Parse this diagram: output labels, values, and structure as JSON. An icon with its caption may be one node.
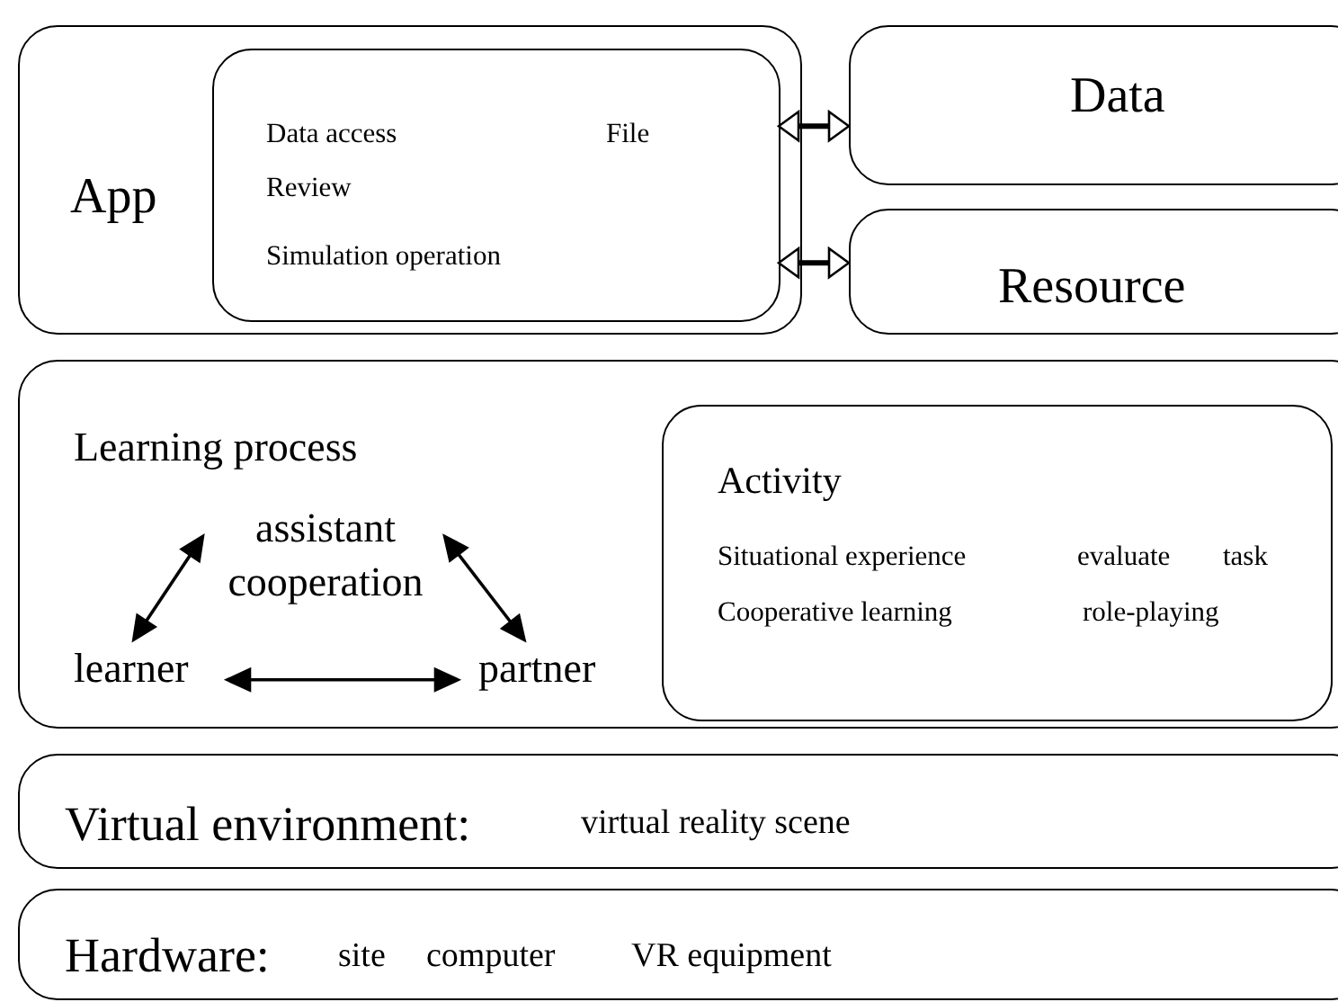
{
  "diagram": {
    "nodes": [
      {
        "text": [
          "App"
        ]
      },
      {
        "text": [
          "Data access",
          "File",
          "Review",
          "Simulation operation"
        ],
        "in": 0
      },
      {
        "text": [
          "Data"
        ]
      },
      {
        "text": [
          "Resource"
        ]
      },
      {
        "text": [
          "Learning process"
        ]
      },
      {
        "text": [
          "assistant cooperation"
        ],
        "in": 4
      },
      {
        "text": [
          "learner"
        ],
        "in": 4
      },
      {
        "text": [
          "partner"
        ],
        "in": 4
      },
      {
        "text": [
          "Activity",
          "Situational experience",
          "evaluate",
          "task",
          "Cooperative learning",
          "role-playing"
        ],
        "in": 4
      },
      {
        "text": [
          "Virtual environment:",
          "virtual reality scene"
        ]
      },
      {
        "text": [
          "Hardware:",
          "site",
          "computer",
          "VR equipment"
        ]
      }
    ],
    "edges": [
      {
        "from": 1,
        "to": 2,
        "arrow": "both"
      },
      {
        "from": 1,
        "to": 3,
        "arrow": "both"
      },
      {
        "from": 6,
        "to": 5,
        "arrow": "both"
      },
      {
        "from": 5,
        "to": 7,
        "arrow": "both"
      },
      {
        "from": 6,
        "to": 7,
        "arrow": "both"
      }
    ]
  }
}
